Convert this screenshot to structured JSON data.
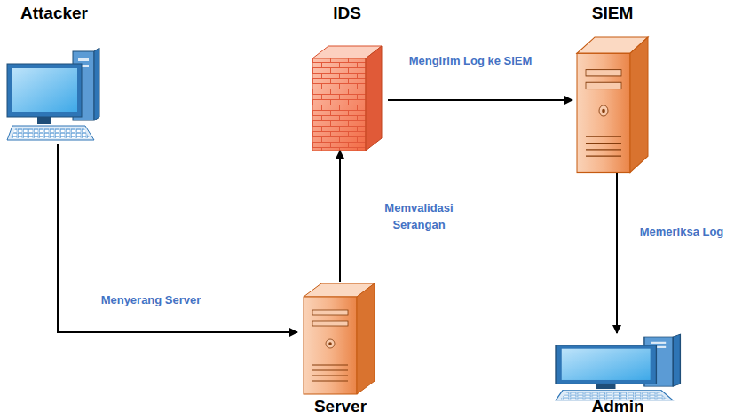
{
  "diagram": {
    "nodes": [
      {
        "text": [
          "Attacker"
        ]
      },
      {
        "text": [
          "IDS"
        ]
      },
      {
        "text": [
          "SIEM"
        ]
      },
      {
        "text": [
          "Server"
        ]
      },
      {
        "text": [
          "Admin"
        ]
      }
    ],
    "edges": [
      {
        "from": 0,
        "to": 3,
        "label": "Menyerang Server",
        "arrow": "to"
      },
      {
        "from": 3,
        "to": 1,
        "label": "Memvalidasi Serangan",
        "arrow": "to"
      },
      {
        "from": 1,
        "to": 2,
        "label": "Mengirim Log ke SIEM",
        "arrow": "to"
      },
      {
        "from": 2,
        "to": 4,
        "label": "Memeriksa Log",
        "arrow": "to"
      }
    ]
  }
}
